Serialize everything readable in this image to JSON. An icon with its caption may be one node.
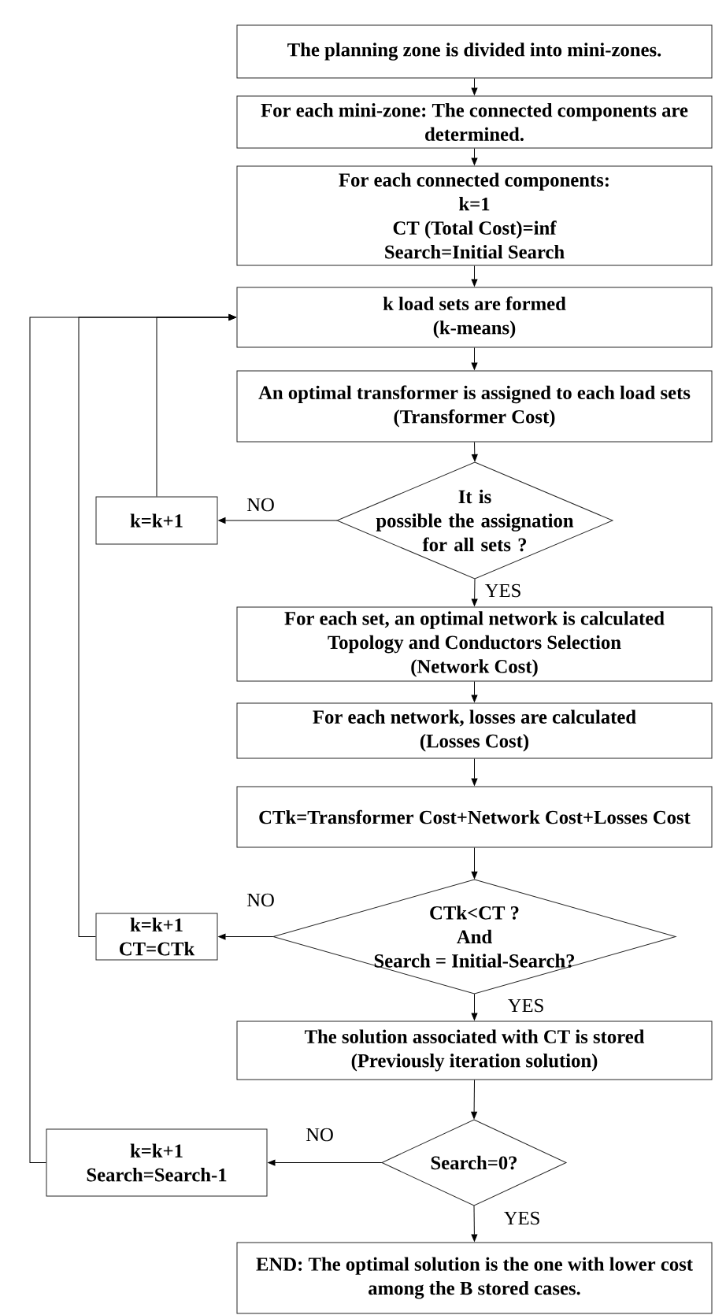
{
  "diagram": {
    "nodes": [
      {
        "text": [
          "The planning zone is divided into mini-zones."
        ]
      },
      {
        "text": [
          "For each mini-zone: The connected components are determined."
        ]
      },
      {
        "text": [
          "For each connected components:",
          "k=1",
          "CT (Total Cost)=inf",
          "Search=Initial Search"
        ]
      },
      {
        "text": [
          "k load sets are formed",
          "(k-means)"
        ]
      },
      {
        "text": [
          "An optimal transformer is assigned to each load sets",
          "(Transformer Cost)"
        ]
      },
      {
        "text": [
          "It is possible the assignation for all sets ?"
        ]
      },
      {
        "text": [
          "k=k+1"
        ]
      },
      {
        "text": [
          "For each set, an optimal network is calculated",
          "Topology and Conductors Selection",
          "(Network Cost)"
        ]
      },
      {
        "text": [
          "For each network, losses are calculated",
          "(Losses Cost)"
        ]
      },
      {
        "text": [
          "CTk=Transformer Cost+Network Cost+Losses Cost"
        ]
      },
      {
        "text": [
          "CTk<CT ?",
          "And",
          "Search = Initial-Search?"
        ]
      },
      {
        "text": [
          "k=k+1",
          "CT=CTk"
        ]
      },
      {
        "text": [
          "The solution associated with CT is stored",
          "(Previously iteration solution)"
        ]
      },
      {
        "text": [
          "Search=0?"
        ]
      },
      {
        "text": [
          "k=k+1",
          "Search=Search-1"
        ]
      },
      {
        "text": [
          "END: The optimal solution is the one with lower cost among the B stored cases."
        ]
      }
    ],
    "edges": [
      {
        "from": 0,
        "to": 1,
        "arrow": "to"
      },
      {
        "from": 1,
        "to": 2,
        "arrow": "to"
      },
      {
        "from": 2,
        "to": 3,
        "arrow": "to"
      },
      {
        "from": 3,
        "to": 4,
        "arrow": "to"
      },
      {
        "from": 4,
        "to": 5,
        "arrow": "to"
      },
      {
        "from": 5,
        "to": 6,
        "arrow": "to",
        "label": "NO"
      },
      {
        "from": 6,
        "to": 3,
        "arrow": "to"
      },
      {
        "from": 5,
        "to": 7,
        "arrow": "to",
        "label": "YES"
      },
      {
        "from": 7,
        "to": 8,
        "arrow": "to"
      },
      {
        "from": 8,
        "to": 9,
        "arrow": "to"
      },
      {
        "from": 9,
        "to": 10,
        "arrow": "to"
      },
      {
        "from": 10,
        "to": 11,
        "arrow": "to",
        "label": "NO"
      },
      {
        "from": 11,
        "to": 3,
        "arrow": "to"
      },
      {
        "from": 10,
        "to": 12,
        "arrow": "to",
        "label": "YES"
      },
      {
        "from": 12,
        "to": 13,
        "arrow": "to"
      },
      {
        "from": 13,
        "to": 14,
        "arrow": "to",
        "label": "NO"
      },
      {
        "from": 14,
        "to": 3,
        "arrow": "to"
      },
      {
        "from": 13,
        "to": 15,
        "arrow": "to",
        "label": "YES"
      }
    ]
  }
}
